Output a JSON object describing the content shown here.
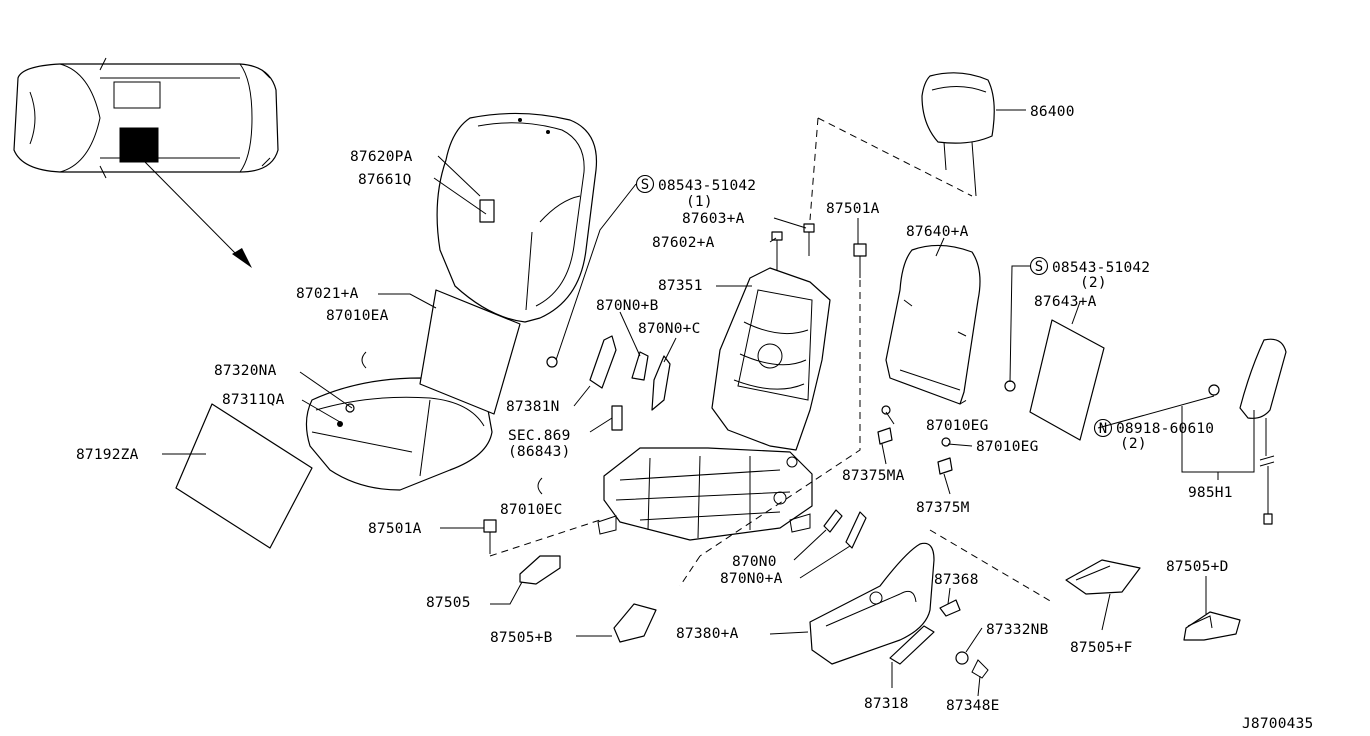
{
  "diagram_id": "J8700435",
  "labels": {
    "p86400": "86400",
    "p87620pa": "87620PA",
    "p87661q": "87661Q",
    "p08543_1": "08543-51042",
    "p08543_1_qty": "(1)",
    "p87603a": "87603+A",
    "p87602a": "87602+A",
    "p87501a_top": "87501A",
    "p87640a": "87640+A",
    "p08543_2": "08543-51042",
    "p08543_2_qty": "(2)",
    "p87643a": "87643+A",
    "p87021a": "87021+A",
    "p87010ea": "87010EA",
    "p87351": "87351",
    "p870n0b": "870N0+B",
    "p870n0c": "870N0+C",
    "p87320na": "87320NA",
    "p87311qa": "87311QA",
    "p87381n": "87381N",
    "p87010eg_1": "87010EG",
    "p87010eg_2": "87010EG",
    "p08918": "08918-60610",
    "p08918_qty": "(2)",
    "sec869": "SEC.869",
    "sec869_ref": "(86843)",
    "p87192za": "87192ZA",
    "p87375ma": "87375MA",
    "p87375m": "87375M",
    "p985h1": "985H1",
    "p87010ec": "87010EC",
    "p87501a_bottom": "87501A",
    "p870n0": "870N0",
    "p870n0a": "870N0+A",
    "p87368": "87368",
    "p87505d": "87505+D",
    "p87505": "87505",
    "p87505b": "87505+B",
    "p87380a": "87380+A",
    "p87332nb": "87332NB",
    "p87505f": "87505+F",
    "p87318": "87318",
    "p87348e": "87348E"
  },
  "symbols": {
    "screw_mark": "S",
    "nut_mark": "N"
  }
}
